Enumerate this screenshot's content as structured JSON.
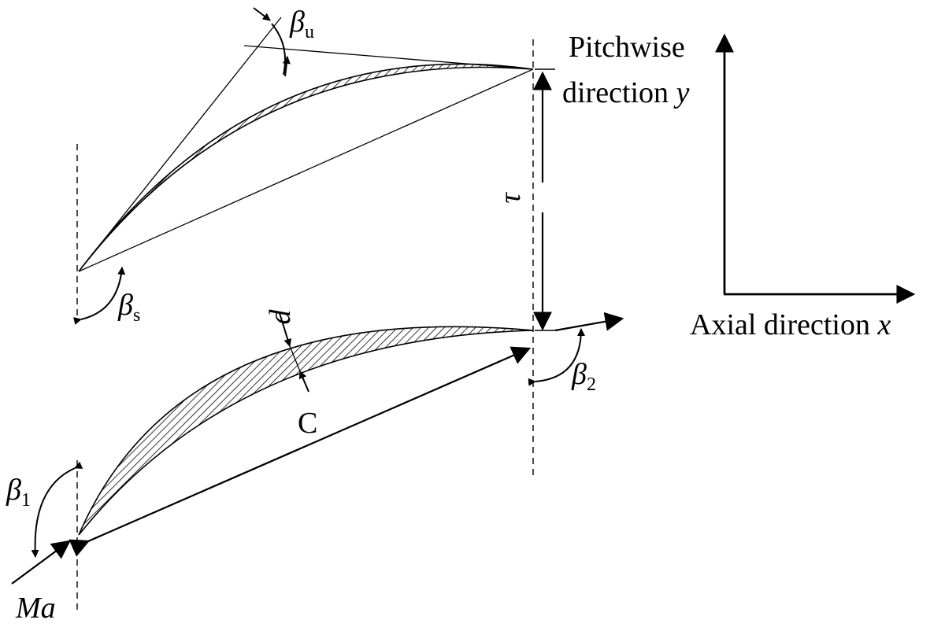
{
  "diagram": {
    "axes": {
      "pitchwise_line1": "Pitchwise",
      "pitchwise_line2": "direction",
      "pitchwise_symbol": "y",
      "axial_text": "Axial direction",
      "axial_symbol": "x"
    },
    "symbols": {
      "beta_u": {
        "base": "β",
        "sub": "u"
      },
      "beta_s": {
        "base": "β",
        "sub": "s"
      },
      "beta_1": {
        "base": "β",
        "sub": "1"
      },
      "beta_2": {
        "base": "β",
        "sub": "2"
      },
      "tau": "τ",
      "d": "d",
      "C": "C",
      "Ma": "Ma"
    },
    "colors": {
      "ink": "#000000",
      "background": "#ffffff"
    }
  }
}
